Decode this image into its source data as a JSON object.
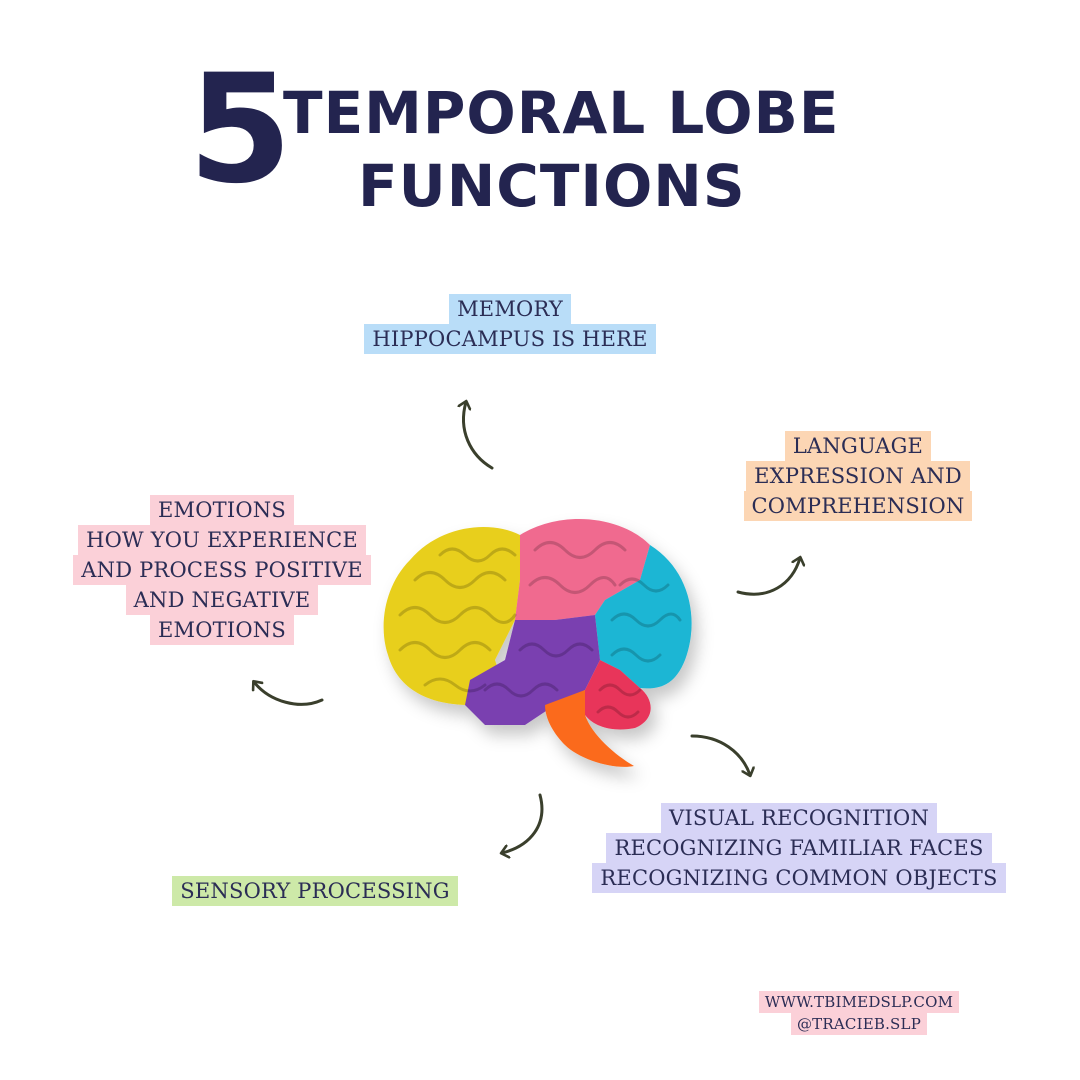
{
  "title": {
    "number": "5",
    "line1": "TEMPORAL LOBE",
    "line2": "FUNCTIONS"
  },
  "labels": {
    "memory": [
      "MEMORY",
      "HIPPOCAMPUS IS HERE"
    ],
    "language": [
      "LANGUAGE",
      "EXPRESSION AND",
      "COMPREHENSION"
    ],
    "emotions": [
      "EMOTIONS",
      "HOW YOU EXPERIENCE",
      "AND PROCESS POSITIVE",
      "AND NEGATIVE",
      "EMOTIONS"
    ],
    "visual": [
      "VISUAL RECOGNITION",
      "RECOGNIZING FAMILIAR FACES",
      "RECOGNIZING COMMON OBJECTS"
    ],
    "sensory": [
      "SENSORY PROCESSING"
    ]
  },
  "footer": {
    "website": "WWW.TBIMEDSLP.COM",
    "handle": "@TRACIEB.SLP"
  },
  "colors": {
    "title": "#23244f",
    "memory_bg": "#b9ddf8",
    "language_bg": "#fcd6b4",
    "emotions_bg": "#fbd0d8",
    "visual_bg": "#d6d4f6",
    "sensory_bg": "#cde9a8",
    "brain_frontal": "#e8cf1e",
    "brain_parietal": "#f06a8f",
    "brain_occipital": "#1fb6d4",
    "brain_temporal": "#7a3fb0",
    "brain_cerebellum": "#e8365a",
    "brain_stem": "#fb6a1a"
  }
}
